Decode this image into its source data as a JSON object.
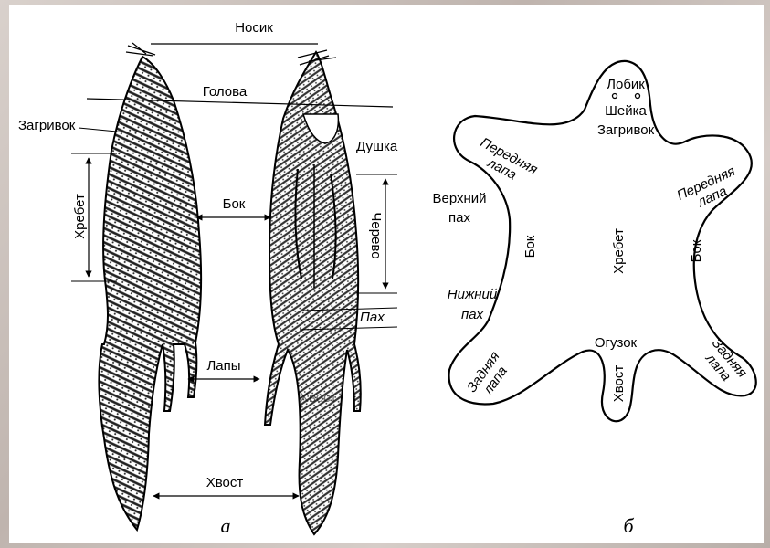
{
  "figure_a": {
    "caption": "а",
    "labels": {
      "nosik": "Носик",
      "golova": "Голова",
      "zagrivok": "Загривок",
      "dushka": "Душка",
      "khrebet": "Хребет",
      "bok": "Бок",
      "cherevo": "Черево",
      "pakh": "Пах",
      "lapy": "Лапы",
      "khvost_hidden": "Хвост",
      "khvost": "Хвост"
    }
  },
  "figure_b": {
    "caption": "б",
    "labels": {
      "lobik": "Лобик",
      "sheyka": "Шейка",
      "zagrivok": "Загривок",
      "perednyaya_lapa_left_1": "Передняя",
      "perednyaya_lapa_left_2": "лапа",
      "perednyaya_lapa_right_1": "Передняя",
      "perednyaya_lapa_right_2": "лапа",
      "verkhniy_pakh_1": "Верхний",
      "verkhniy_pakh_2": "пах",
      "bok_left": "Бок",
      "khrebet": "Хребет",
      "bok_right": "Бок",
      "nizhniy_pakh_1": "Нижний",
      "nizhniy_pakh_2": "пах",
      "oguzok": "Огузок",
      "zadnyaya_lapa_left_1": "Задняя",
      "zadnyaya_lapa_left_2": "лапа",
      "khvost": "Хвост",
      "zadnyaya_lapa_right_1": "Задняя",
      "zadnyaya_lapa_right_2": "лапа"
    }
  }
}
